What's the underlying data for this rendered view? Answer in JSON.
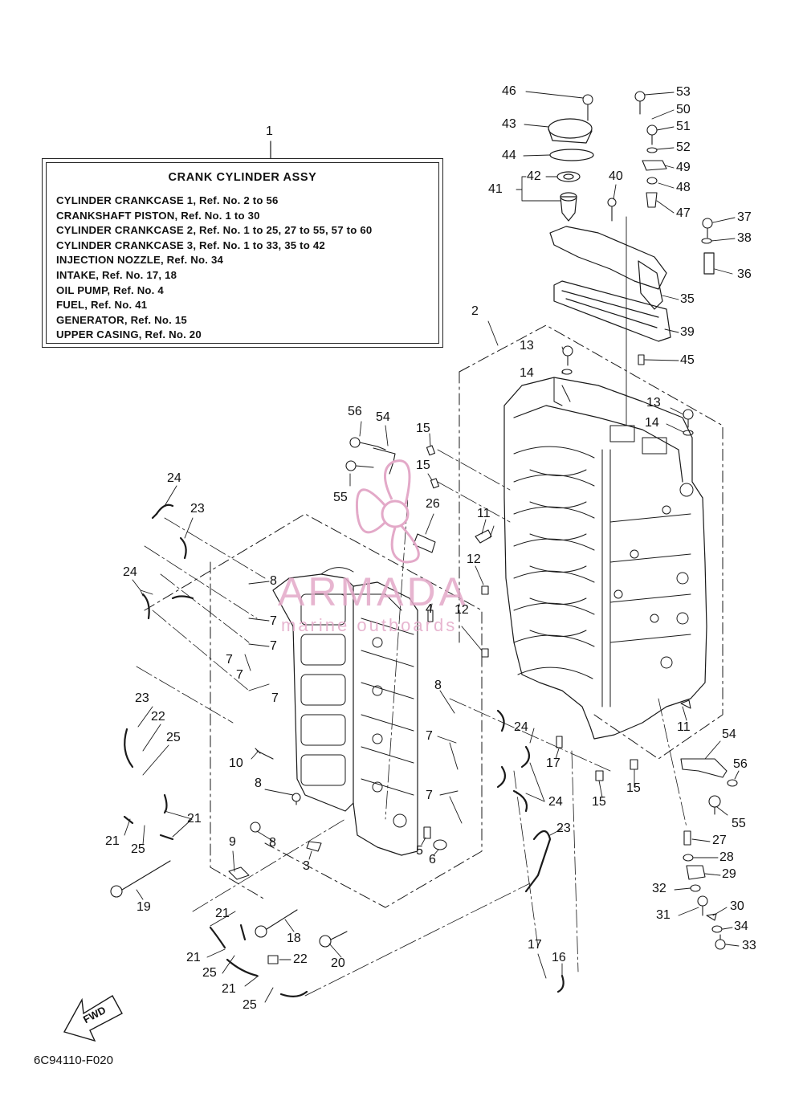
{
  "legend": {
    "ref": "1",
    "title": "CRANK CYLINDER ASSY",
    "lines": [
      "CYLINDER CRANKCASE 1, Ref. No. 2 to 56",
      "CRANKSHAFT PISTON,  Ref. No. 1 to 30",
      "CYLINDER CRANKCASE 2, Ref. No. 1 to 25, 27 to 55, 57 to 60",
      "CYLINDER CRANKCASE 3, Ref. No. 1 to 33, 35 to 42",
      "INJECTION NOZZLE, Ref. No. 34",
      "INTAKE, Ref. No. 17, 18",
      "OIL PUMP, Ref. No. 4",
      "FUEL,  Ref. No. 41",
      "GENERATOR, Ref. No. 15",
      "UPPER CASING, Ref. No. 20"
    ]
  },
  "callouts": [
    "46",
    "53",
    "50",
    "43",
    "51",
    "52",
    "44",
    "49",
    "42",
    "40",
    "41",
    "48",
    "47",
    "37",
    "38",
    "36",
    "35",
    "39",
    "2",
    "13",
    "45",
    "14",
    "13",
    "14",
    "56",
    "54",
    "15",
    "15",
    "55",
    "26",
    "24",
    "23",
    "11",
    "12",
    "8",
    "24",
    "7",
    "7",
    "4",
    "12",
    "7",
    "7",
    "7",
    "8",
    "23",
    "24",
    "22",
    "25",
    "10",
    "7",
    "17",
    "11",
    "54",
    "56",
    "7",
    "24",
    "15",
    "15",
    "8",
    "21",
    "21",
    "25",
    "8",
    "9",
    "5",
    "6",
    "3",
    "23",
    "55",
    "27",
    "28",
    "29",
    "32",
    "30",
    "31",
    "34",
    "33",
    "19",
    "21",
    "18",
    "22",
    "21",
    "20",
    "17",
    "16",
    "25",
    "21",
    "25"
  ],
  "fwd_label": "FWD",
  "drawing_code": "6C94110-F020",
  "watermark": {
    "name": "ARMADA",
    "tagline": "marine outboards",
    "color": "#e3a9c8"
  }
}
